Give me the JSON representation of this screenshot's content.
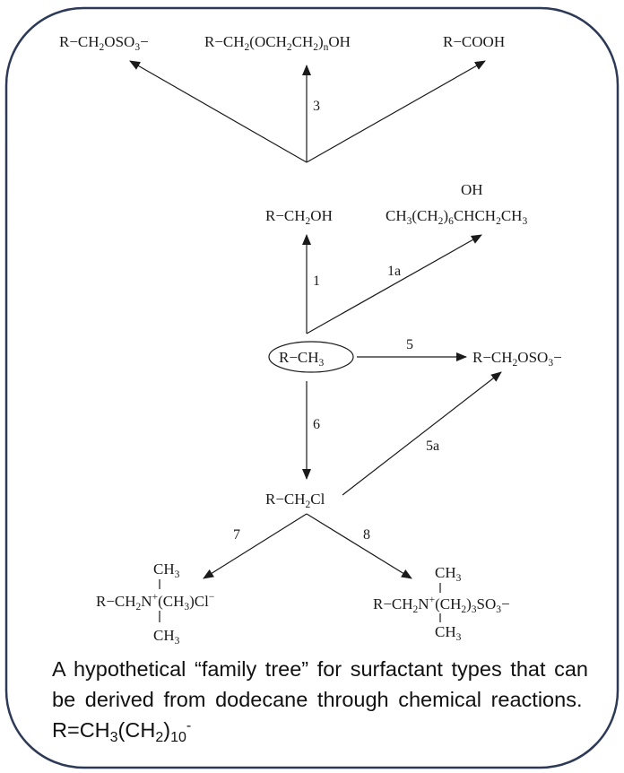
{
  "nodes": {
    "alkyl_sulfate_top": [
      "R−CH",
      "2",
      "OSO",
      "3",
      "−"
    ],
    "ethoxylate": [
      "R−CH",
      "2",
      "(OCH",
      "2",
      "CH",
      "2",
      ")",
      "n",
      "OH"
    ],
    "carboxylic_acid": [
      "R−COOH"
    ],
    "primary_alcohol": [
      "R−CH",
      "2",
      "OH"
    ],
    "secondary_alcohol_oh": "OH",
    "secondary_alcohol": [
      "CH",
      "3",
      "(CH",
      "2",
      ")",
      "6",
      "CHCH",
      "2",
      "CH",
      "3"
    ],
    "dodecane": [
      "R−CH",
      "3"
    ],
    "alkyl_sulfate_right": [
      "R−CH",
      "2",
      "OSO",
      "3",
      "−"
    ],
    "alkyl_chloride": [
      "R−CH",
      "2",
      "Cl"
    ],
    "quat_left": {
      "top_methyl": [
        "CH",
        "3"
      ],
      "main": [
        "R−CH",
        "2",
        "N",
        "+",
        "(CH",
        "3",
        ")Cl",
        "−"
      ],
      "bottom_methyl": [
        "CH",
        "3"
      ]
    },
    "quat_right": {
      "top_methyl": [
        "CH",
        "3"
      ],
      "main": [
        "R−CH",
        "2",
        "N",
        "+",
        "(CH",
        "2",
        ")",
        "3",
        "SO",
        "3",
        "−"
      ],
      "bottom_methyl": [
        "CH",
        "3"
      ]
    }
  },
  "reaction_labels": {
    "r1": "1",
    "r1a": "1a",
    "r3": "3",
    "r5": "5",
    "r5a": "5a",
    "r6": "6",
    "r7": "7",
    "r8": "8"
  },
  "caption": {
    "line": "A hypothetical “family tree” for surfactant types that can be derived from dodecane through chemical reactions.",
    "formula_prefix": "R=CH",
    "formula_sub1": "3",
    "formula_mid": "(CH",
    "formula_sub2": "2",
    "formula_close": ")",
    "formula_sub3": "10",
    "formula_sup": "-"
  },
  "colors": {
    "frame": "#2d3a57",
    "ink": "#1a1a1a"
  }
}
